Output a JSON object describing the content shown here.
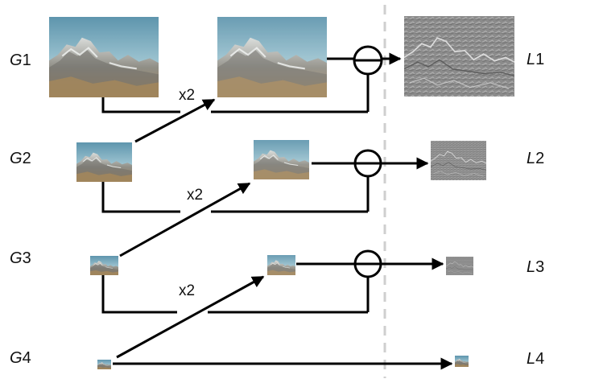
{
  "gaussian_labels": [
    {
      "letter": "G",
      "num": "1"
    },
    {
      "letter": "G",
      "num": "2"
    },
    {
      "letter": "G",
      "num": "3"
    },
    {
      "letter": "G",
      "num": "4"
    }
  ],
  "laplacian_labels": [
    {
      "letter": "L",
      "num": "1"
    },
    {
      "letter": "L",
      "num": "2"
    },
    {
      "letter": "L",
      "num": "3"
    },
    {
      "letter": "L",
      "num": "4"
    }
  ],
  "upsample_labels": [
    "x2",
    "x2",
    "x2"
  ],
  "colors": {
    "sky_top": "#5e95ad",
    "sky_bottom": "#b9d7df",
    "snow": "#e7ebeb",
    "rock": "#6b6b66",
    "earth": "#a88454",
    "residual_gray": "#8a8a8a",
    "divider": "#cfcfcf",
    "line": "#000000"
  }
}
